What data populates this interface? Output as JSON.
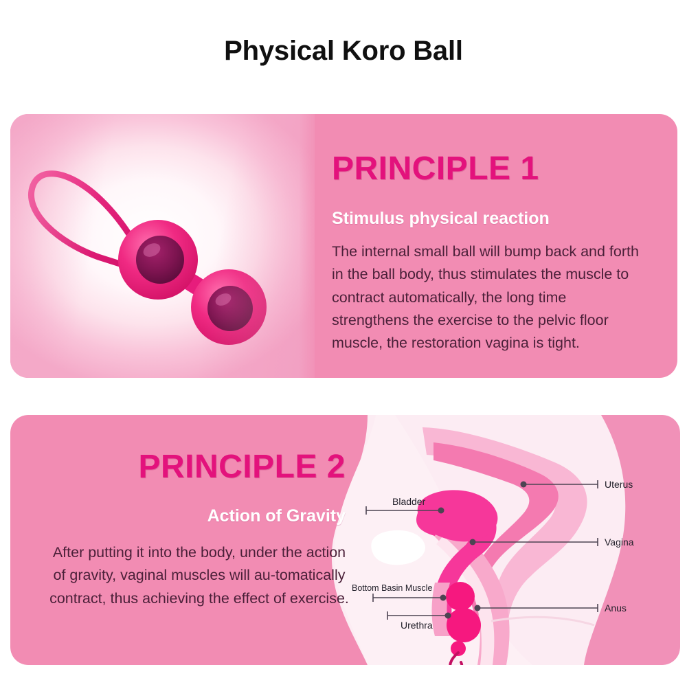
{
  "title": "Physical Koro Ball",
  "panel1": {
    "kicker": "PRINCIPLE 1",
    "subhead": "Stimulus physical reaction",
    "body": "The internal small ball will bump back and forth in the ball body, thus stimulates the muscle to contract automatically, the long time strengthens the exercise to the pelvic floor muscle, the restoration vagina is tight.",
    "image_alt": "pink-kegel-balls-product-photo"
  },
  "panel2": {
    "kicker": "PRINCIPLE 2",
    "subhead": "Action of Gravity",
    "body": "After putting it into the body, under the action of gravity, vaginal muscles will au-tomatically contract, thus achieving the effect of exercise.",
    "diagram_alt": "female-pelvic-anatomy-cross-section",
    "labels": [
      {
        "id": "uterus",
        "text": "Uterus"
      },
      {
        "id": "bladder",
        "text": "Bladder"
      },
      {
        "id": "vagina",
        "text": "Vagina"
      },
      {
        "id": "bottom-basin-muscle",
        "text": "Bottom Basin Muscle"
      },
      {
        "id": "urethra",
        "text": "Urethra"
      },
      {
        "id": "anus",
        "text": "Anus"
      }
    ]
  },
  "colors": {
    "panel_pink": "#f28cb3",
    "kicker_magenta": "#e3127c",
    "body_text": "#4a1f38",
    "subhead_white": "#ffffff",
    "title_black": "#101010",
    "diagram_light": "#fbe6ef",
    "label_text": "#22202a"
  }
}
